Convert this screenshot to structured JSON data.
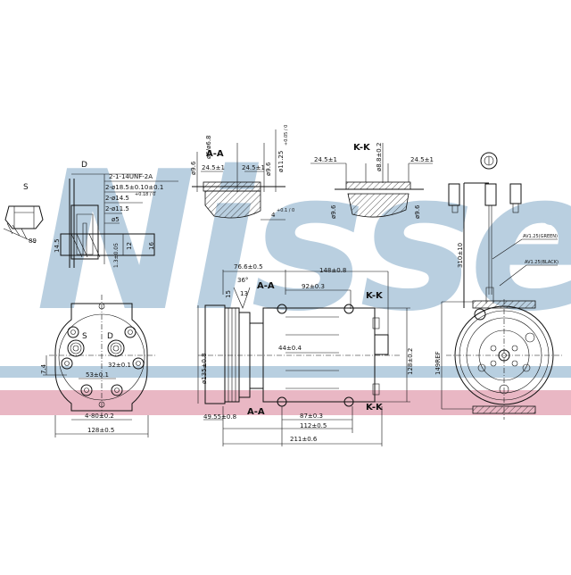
{
  "watermark": {
    "brand": "Nissens",
    "registered_mark": "®",
    "brand_color": "#b9cfe0",
    "band_blue_color": "#b8cfe0",
    "band_red_color": "#e9b7c4"
  },
  "views": {
    "port_detail": {
      "label_s": "S",
      "label_d": "D",
      "dims": {
        "thread": "2-1-14UNF-2A",
        "dia_18_5": "2-ø18.5±0.10±0.1",
        "dia_14_5": "2-ø14.5",
        "dia_14_5_tol": "+0.18 / 0",
        "dia_11_5": "2-ø11.5",
        "dia_5": "ø5",
        "h_14_5": "14.5",
        "h_12": "12",
        "h_16": "16",
        "h_1_3": "1.3±0.05",
        "angle_89": "89"
      }
    },
    "section_aa": {
      "title": "A-A",
      "dims": {
        "d9_6_left": "ø9.6",
        "d6_d6_8": "ø6/ø6.8",
        "w_24_5_left": "24.5±1",
        "w_24_5_right": "24.5±1",
        "d9_6_right": "ø9.6",
        "d11_25": "ø11.25",
        "d11_25_tol": "+0.05 / 0",
        "h_4": "4",
        "h_4_tol": "+0.1 / 0"
      }
    },
    "section_kk": {
      "title": "K-K",
      "dims": {
        "w_24_5_left": "24.5±1",
        "w_24_5_right": "24.5±1",
        "d8_8": "ø8.8±0.2",
        "d9_6_left": "ø9.6",
        "d9_6_right": "ø9.6"
      }
    },
    "connector_detail": {
      "length": "310±10",
      "wire_1": "AV1.25(GREEN)",
      "wire_2": "AV1.25(BLACK)"
    },
    "rear_view": {
      "label_s": "S",
      "label_d": "D",
      "dims": {
        "offset_7_4": "7.4",
        "d_53": "53±0.1",
        "d_32": "32±0.1",
        "bolt_spacing": "4-80±0.2",
        "width": "128±0.5"
      }
    },
    "side_view": {
      "section_a_top": "A-A",
      "section_a_bottom": "A-A",
      "section_k_top": "K-K",
      "section_k_bottom": "K-K",
      "dims": {
        "d_76_6": "76.6±0.5",
        "angle_36": "36°",
        "groove_13": "13",
        "groove_15": "15",
        "d_148": "148±0.8",
        "d_92": "92±0.3",
        "d_44": "44±0.4",
        "pulley_dia": "ø135±0.8",
        "height_128": "128±0.2",
        "d_49_55": "49.55±0.8",
        "d_87": "87±0.3",
        "d_112": "112±0.5",
        "d_211": "211±0.6"
      }
    },
    "front_view": {
      "height_ref": "149REF"
    }
  }
}
